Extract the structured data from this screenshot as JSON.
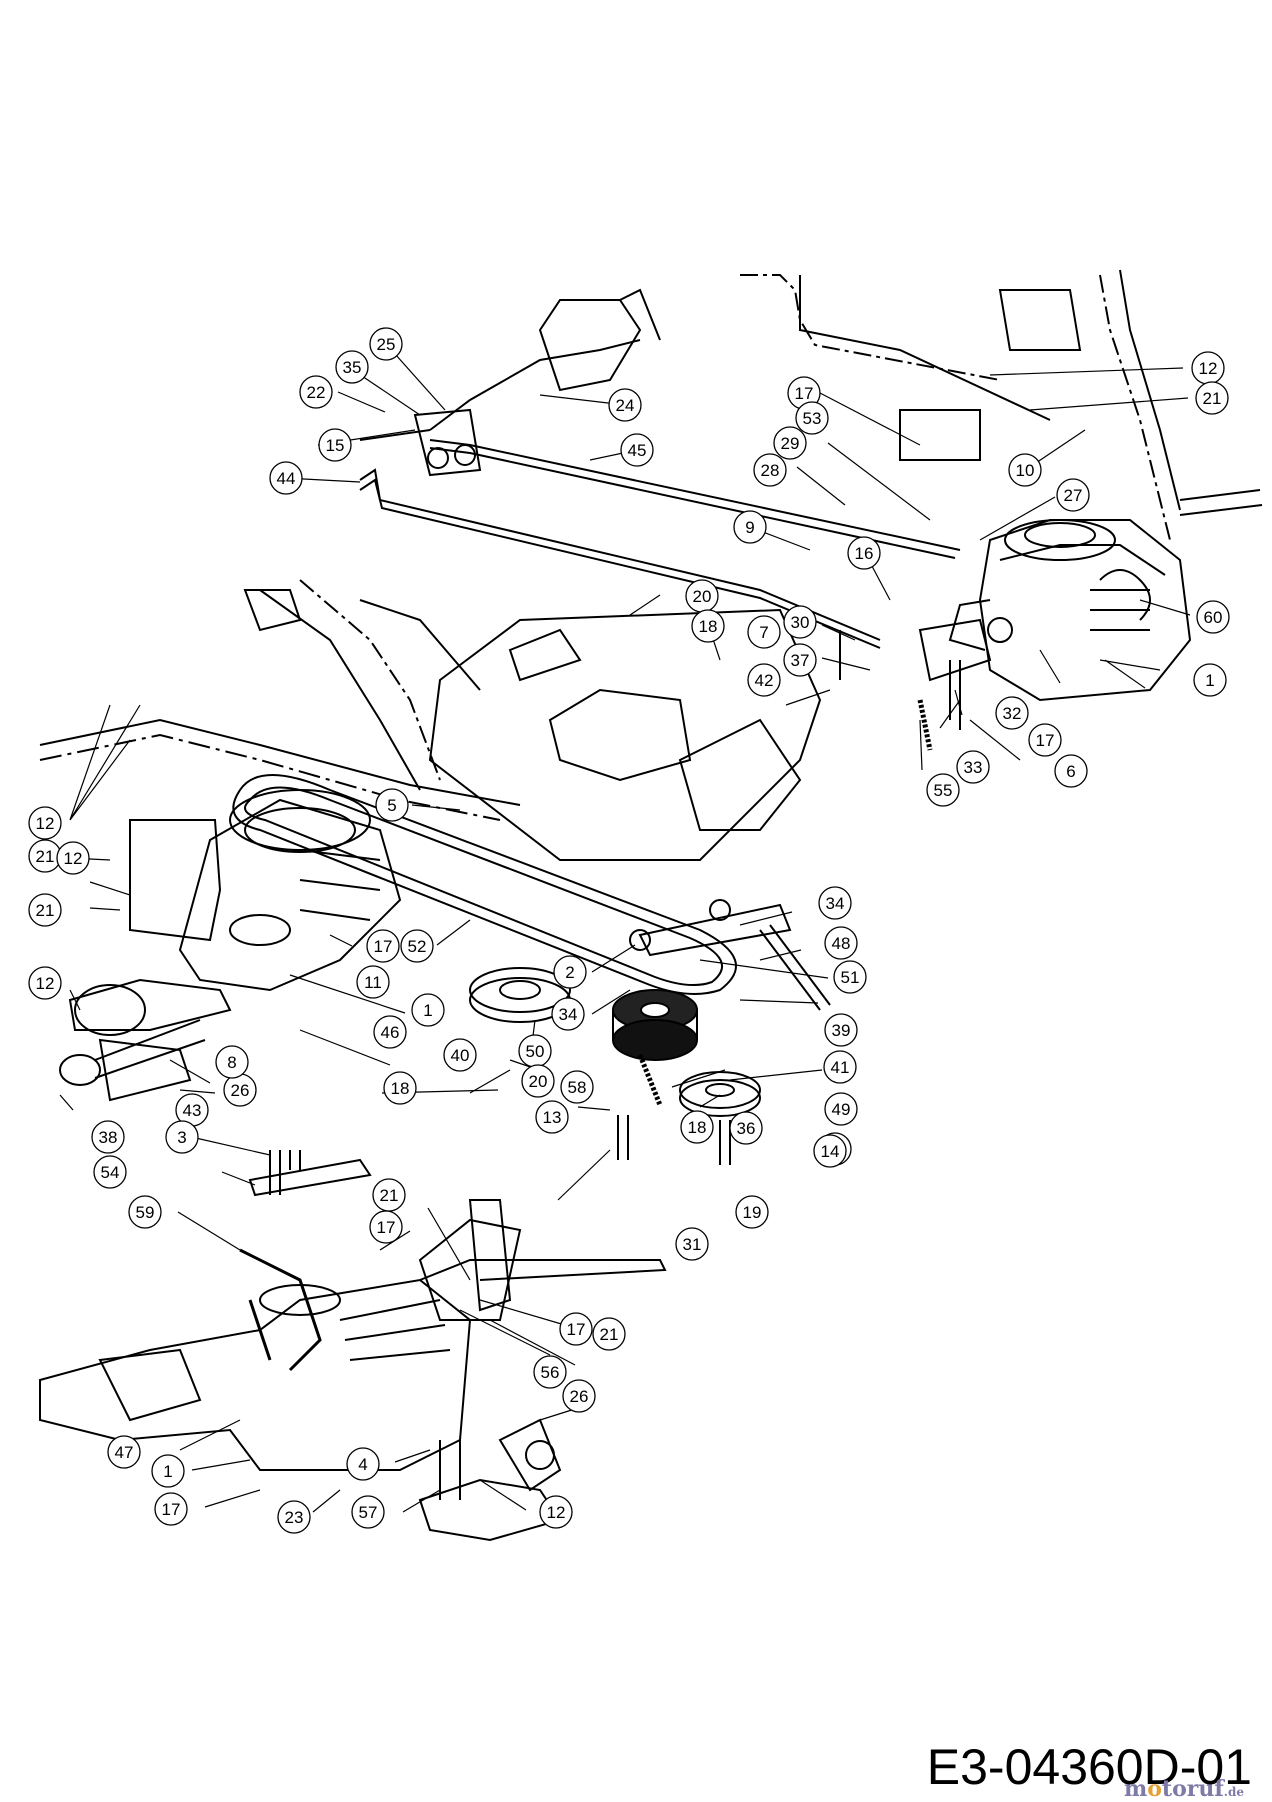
{
  "drawing_id": "E3-04360D-01",
  "watermark": {
    "lead": "m",
    "accent": "o",
    "rest": "toruf",
    "suffix": ".de"
  },
  "callouts": [
    {
      "n": "25"
    },
    {
      "n": "35"
    },
    {
      "n": "22"
    },
    {
      "n": "15"
    },
    {
      "n": "24"
    },
    {
      "n": "45"
    },
    {
      "n": "44"
    },
    {
      "n": "12"
    },
    {
      "n": "21"
    },
    {
      "n": "17"
    },
    {
      "n": "53"
    },
    {
      "n": "29"
    },
    {
      "n": "28"
    },
    {
      "n": "10"
    },
    {
      "n": "27"
    },
    {
      "n": "9"
    },
    {
      "n": "16"
    },
    {
      "n": "60"
    },
    {
      "n": "20"
    },
    {
      "n": "18"
    },
    {
      "n": "30"
    },
    {
      "n": "7"
    },
    {
      "n": "37"
    },
    {
      "n": "42"
    },
    {
      "n": "1"
    },
    {
      "n": "32"
    },
    {
      "n": "17"
    },
    {
      "n": "6"
    },
    {
      "n": "33"
    },
    {
      "n": "55"
    },
    {
      "n": "5"
    },
    {
      "n": "12"
    },
    {
      "n": "21"
    },
    {
      "n": "12"
    },
    {
      "n": "21"
    },
    {
      "n": "34"
    },
    {
      "n": "48"
    },
    {
      "n": "17"
    },
    {
      "n": "52"
    },
    {
      "n": "11"
    },
    {
      "n": "2"
    },
    {
      "n": "51"
    },
    {
      "n": "1"
    },
    {
      "n": "12"
    },
    {
      "n": "34"
    },
    {
      "n": "39"
    },
    {
      "n": "50"
    },
    {
      "n": "41"
    },
    {
      "n": "26"
    },
    {
      "n": "46"
    },
    {
      "n": "18"
    },
    {
      "n": "8"
    },
    {
      "n": "40"
    },
    {
      "n": "20"
    },
    {
      "n": "43"
    },
    {
      "n": "49"
    },
    {
      "n": "18"
    },
    {
      "n": "38"
    },
    {
      "n": "3"
    },
    {
      "n": "13"
    },
    {
      "n": "36"
    },
    {
      "n": "9"
    },
    {
      "n": "54"
    },
    {
      "n": "14"
    },
    {
      "n": "58"
    },
    {
      "n": "59"
    },
    {
      "n": "21"
    },
    {
      "n": "19"
    },
    {
      "n": "31"
    },
    {
      "n": "17"
    },
    {
      "n": "17"
    },
    {
      "n": "21"
    },
    {
      "n": "56"
    },
    {
      "n": "26"
    },
    {
      "n": "47"
    },
    {
      "n": "4"
    },
    {
      "n": "1"
    },
    {
      "n": "12"
    },
    {
      "n": "17"
    },
    {
      "n": "23"
    },
    {
      "n": "57"
    }
  ]
}
